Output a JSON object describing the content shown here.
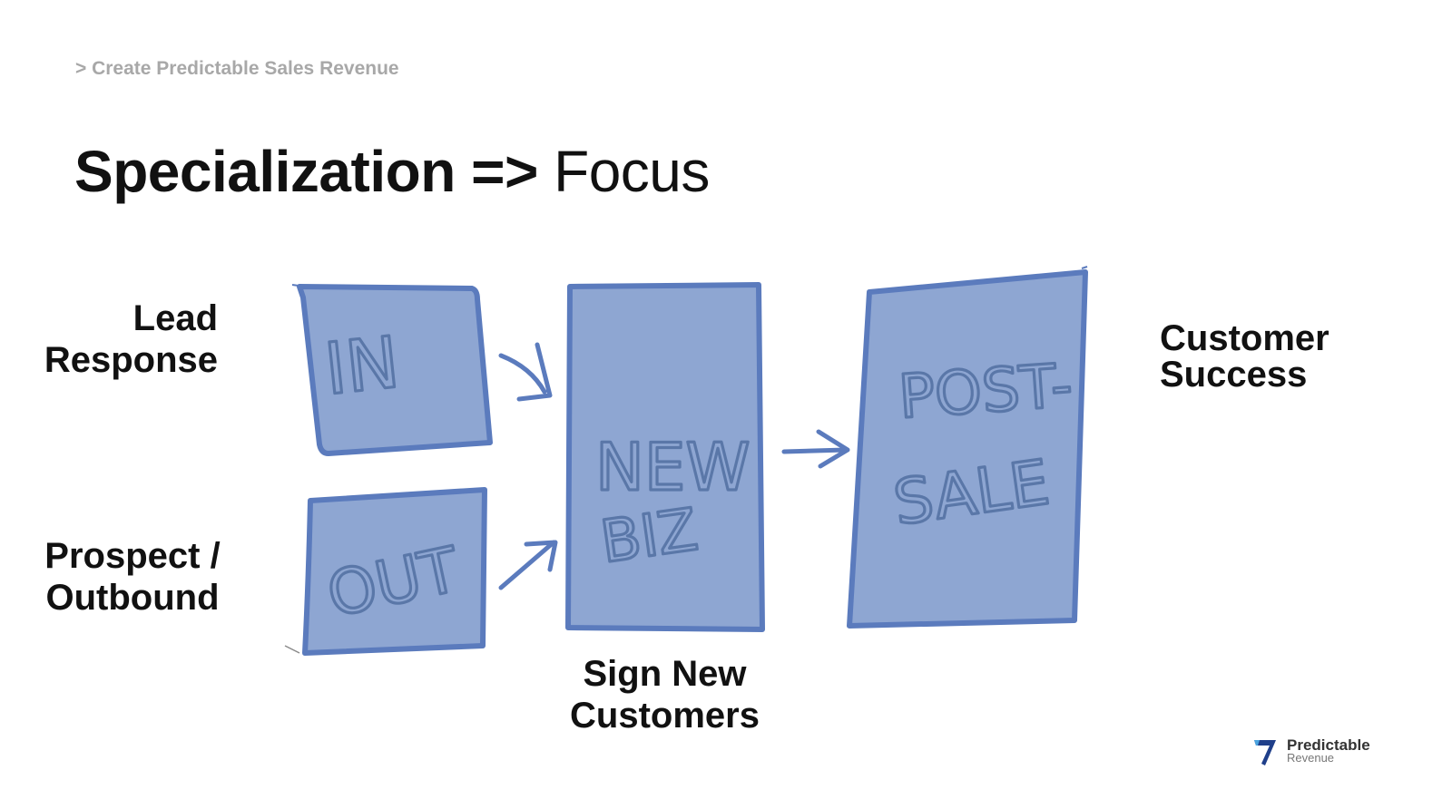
{
  "breadcrumb": "> Create Predictable Sales Revenue",
  "title": {
    "bold": "Specialization =>",
    "normal": "Focus"
  },
  "labels": {
    "lead_response": [
      "Lead",
      "Response"
    ],
    "prospect_outbound": [
      "Prospect /",
      "Outbound"
    ],
    "sign_new_customers": [
      "Sign New",
      "Customers"
    ],
    "customer_success": [
      "Customer",
      "Success"
    ]
  },
  "boxes": {
    "in": "IN",
    "out": "OUT",
    "new_biz": [
      "NEW",
      "BIZ"
    ],
    "post_sale": [
      "POST-",
      "SALE"
    ]
  },
  "logo": {
    "line1": "Predictable",
    "line2": "Revenue"
  },
  "colors": {
    "box_fill": "#8ea6d2",
    "box_stroke": "#5b7bbd",
    "arrow": "#5b7bbd",
    "text": "#111111",
    "breadcrumb": "#a8a8a8"
  }
}
